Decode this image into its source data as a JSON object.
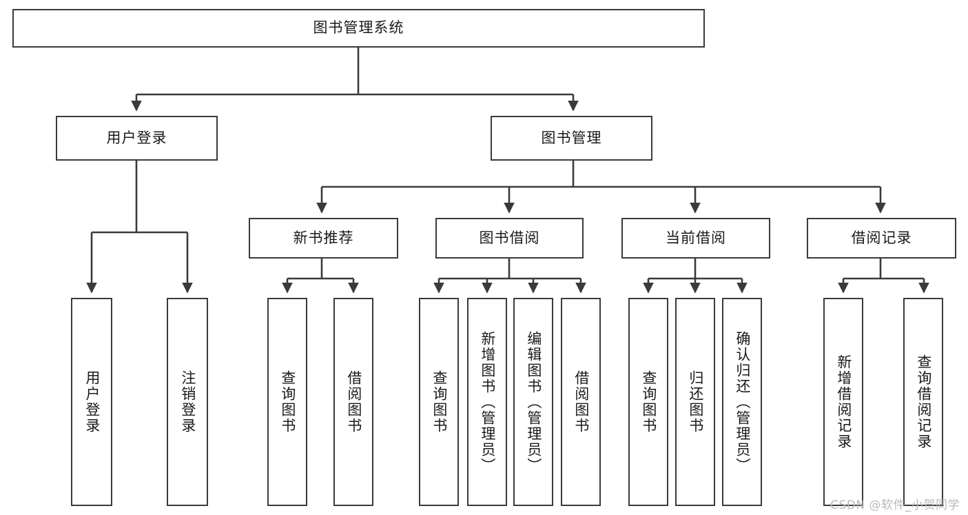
{
  "diagram": {
    "title": "图书管理系统",
    "watermark": "CSDN @软件_小贺同学",
    "type": "tree-hierarchy",
    "colors": {
      "background": "#ffffff",
      "box_border": "#3a3a3a",
      "box_fill": "#ffffff",
      "text": "#1a1a1a",
      "connector": "#3a3a3a",
      "watermark": "#b9b9b9"
    },
    "levels": {
      "root": {
        "label": "图书管理系统"
      },
      "level2": [
        {
          "id": "user-login",
          "label": "用户登录"
        },
        {
          "id": "book-manage",
          "label": "图书管理"
        }
      ],
      "level3": [
        {
          "id": "new-book-recommend",
          "label": "新书推荐",
          "parent": "book-manage"
        },
        {
          "id": "book-borrow",
          "label": "图书借阅",
          "parent": "book-manage"
        },
        {
          "id": "current-borrow",
          "label": "当前借阅",
          "parent": "book-manage"
        },
        {
          "id": "borrow-record",
          "label": "借阅记录",
          "parent": "book-manage"
        }
      ],
      "leaves": [
        {
          "id": "leaf-user-login",
          "label": "用户登录",
          "parent": "user-login"
        },
        {
          "id": "leaf-logout",
          "label": "注销登录",
          "parent": "user-login"
        },
        {
          "id": "leaf-query-book-1",
          "label": "查询图书",
          "parent": "new-book-recommend"
        },
        {
          "id": "leaf-borrow-book-1",
          "label": "借阅图书",
          "parent": "new-book-recommend"
        },
        {
          "id": "leaf-query-book-2",
          "label": "查询图书",
          "parent": "book-borrow"
        },
        {
          "id": "leaf-add-book",
          "label": "新增图书（管理员）",
          "parent": "book-borrow"
        },
        {
          "id": "leaf-edit-book",
          "label": "编辑图书（管理员）",
          "parent": "book-borrow"
        },
        {
          "id": "leaf-borrow-book-2",
          "label": "借阅图书",
          "parent": "book-borrow"
        },
        {
          "id": "leaf-query-book-3",
          "label": "查询图书",
          "parent": "current-borrow"
        },
        {
          "id": "leaf-return-book",
          "label": "归还图书",
          "parent": "current-borrow"
        },
        {
          "id": "leaf-confirm-return",
          "label": "确认归还（管理员）",
          "parent": "current-borrow"
        },
        {
          "id": "leaf-add-record",
          "label": "新增借阅记录",
          "parent": "borrow-record"
        },
        {
          "id": "leaf-query-record",
          "label": "查询借阅记录",
          "parent": "borrow-record"
        }
      ]
    }
  }
}
